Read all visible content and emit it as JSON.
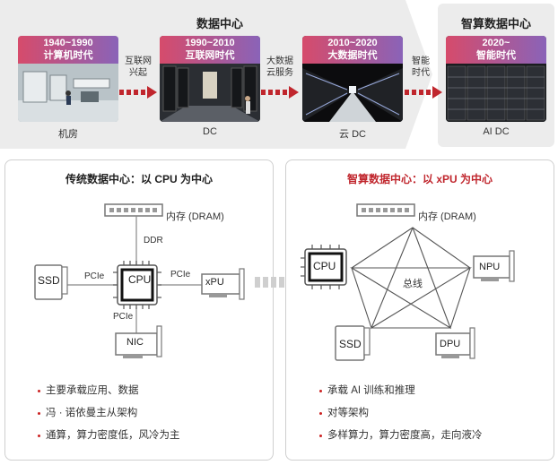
{
  "top": {
    "dc_title": "数据中心",
    "aidc_title": "智算数据中心",
    "eras": [
      {
        "years": "1940~1990",
        "name": "计算机时代",
        "caption": "机房"
      },
      {
        "years": "1990~2010",
        "name": "互联网时代",
        "caption": "DC"
      },
      {
        "years": "2010~2020",
        "name": "大数据时代",
        "caption": "云 DC"
      },
      {
        "years": "2020~",
        "name": "智能时代",
        "caption": "AI DC"
      }
    ],
    "transitions": [
      {
        "line1": "互联网",
        "line2": "兴起"
      },
      {
        "line1": "大数据",
        "line2": "云服务"
      },
      {
        "line1": "智能",
        "line2": "时代"
      }
    ],
    "colors": {
      "accent_red": "#c0262d",
      "era_grad_start": "#d64b6b",
      "era_grad_end": "#8a63b8"
    }
  },
  "left_panel": {
    "title": "传统数据中心：以 CPU 为中心",
    "mem": "内存 (DRAM)",
    "ddr": "DDR",
    "cpu": "CPU",
    "ssd": "SSD",
    "xpu": "xPU",
    "nic": "NIC",
    "pcie_left": "PCIe",
    "pcie_right": "PCIe",
    "pcie_bottom": "PCIe",
    "bullets": [
      "主要承载应用、数据",
      "冯 · 诺依曼主从架构",
      "通算，算力密度低，风冷为主"
    ]
  },
  "right_panel": {
    "title": "智算数据中心：以 xPU 为中心",
    "mem": "内存 (DRAM)",
    "cpu": "CPU",
    "npu": "NPU",
    "ssd": "SSD",
    "dpu": "DPU",
    "bus": "总线",
    "bullets": [
      "承载 AI 训练和推理",
      "对等架构",
      "多样算力，算力密度高，走向液冷"
    ]
  }
}
